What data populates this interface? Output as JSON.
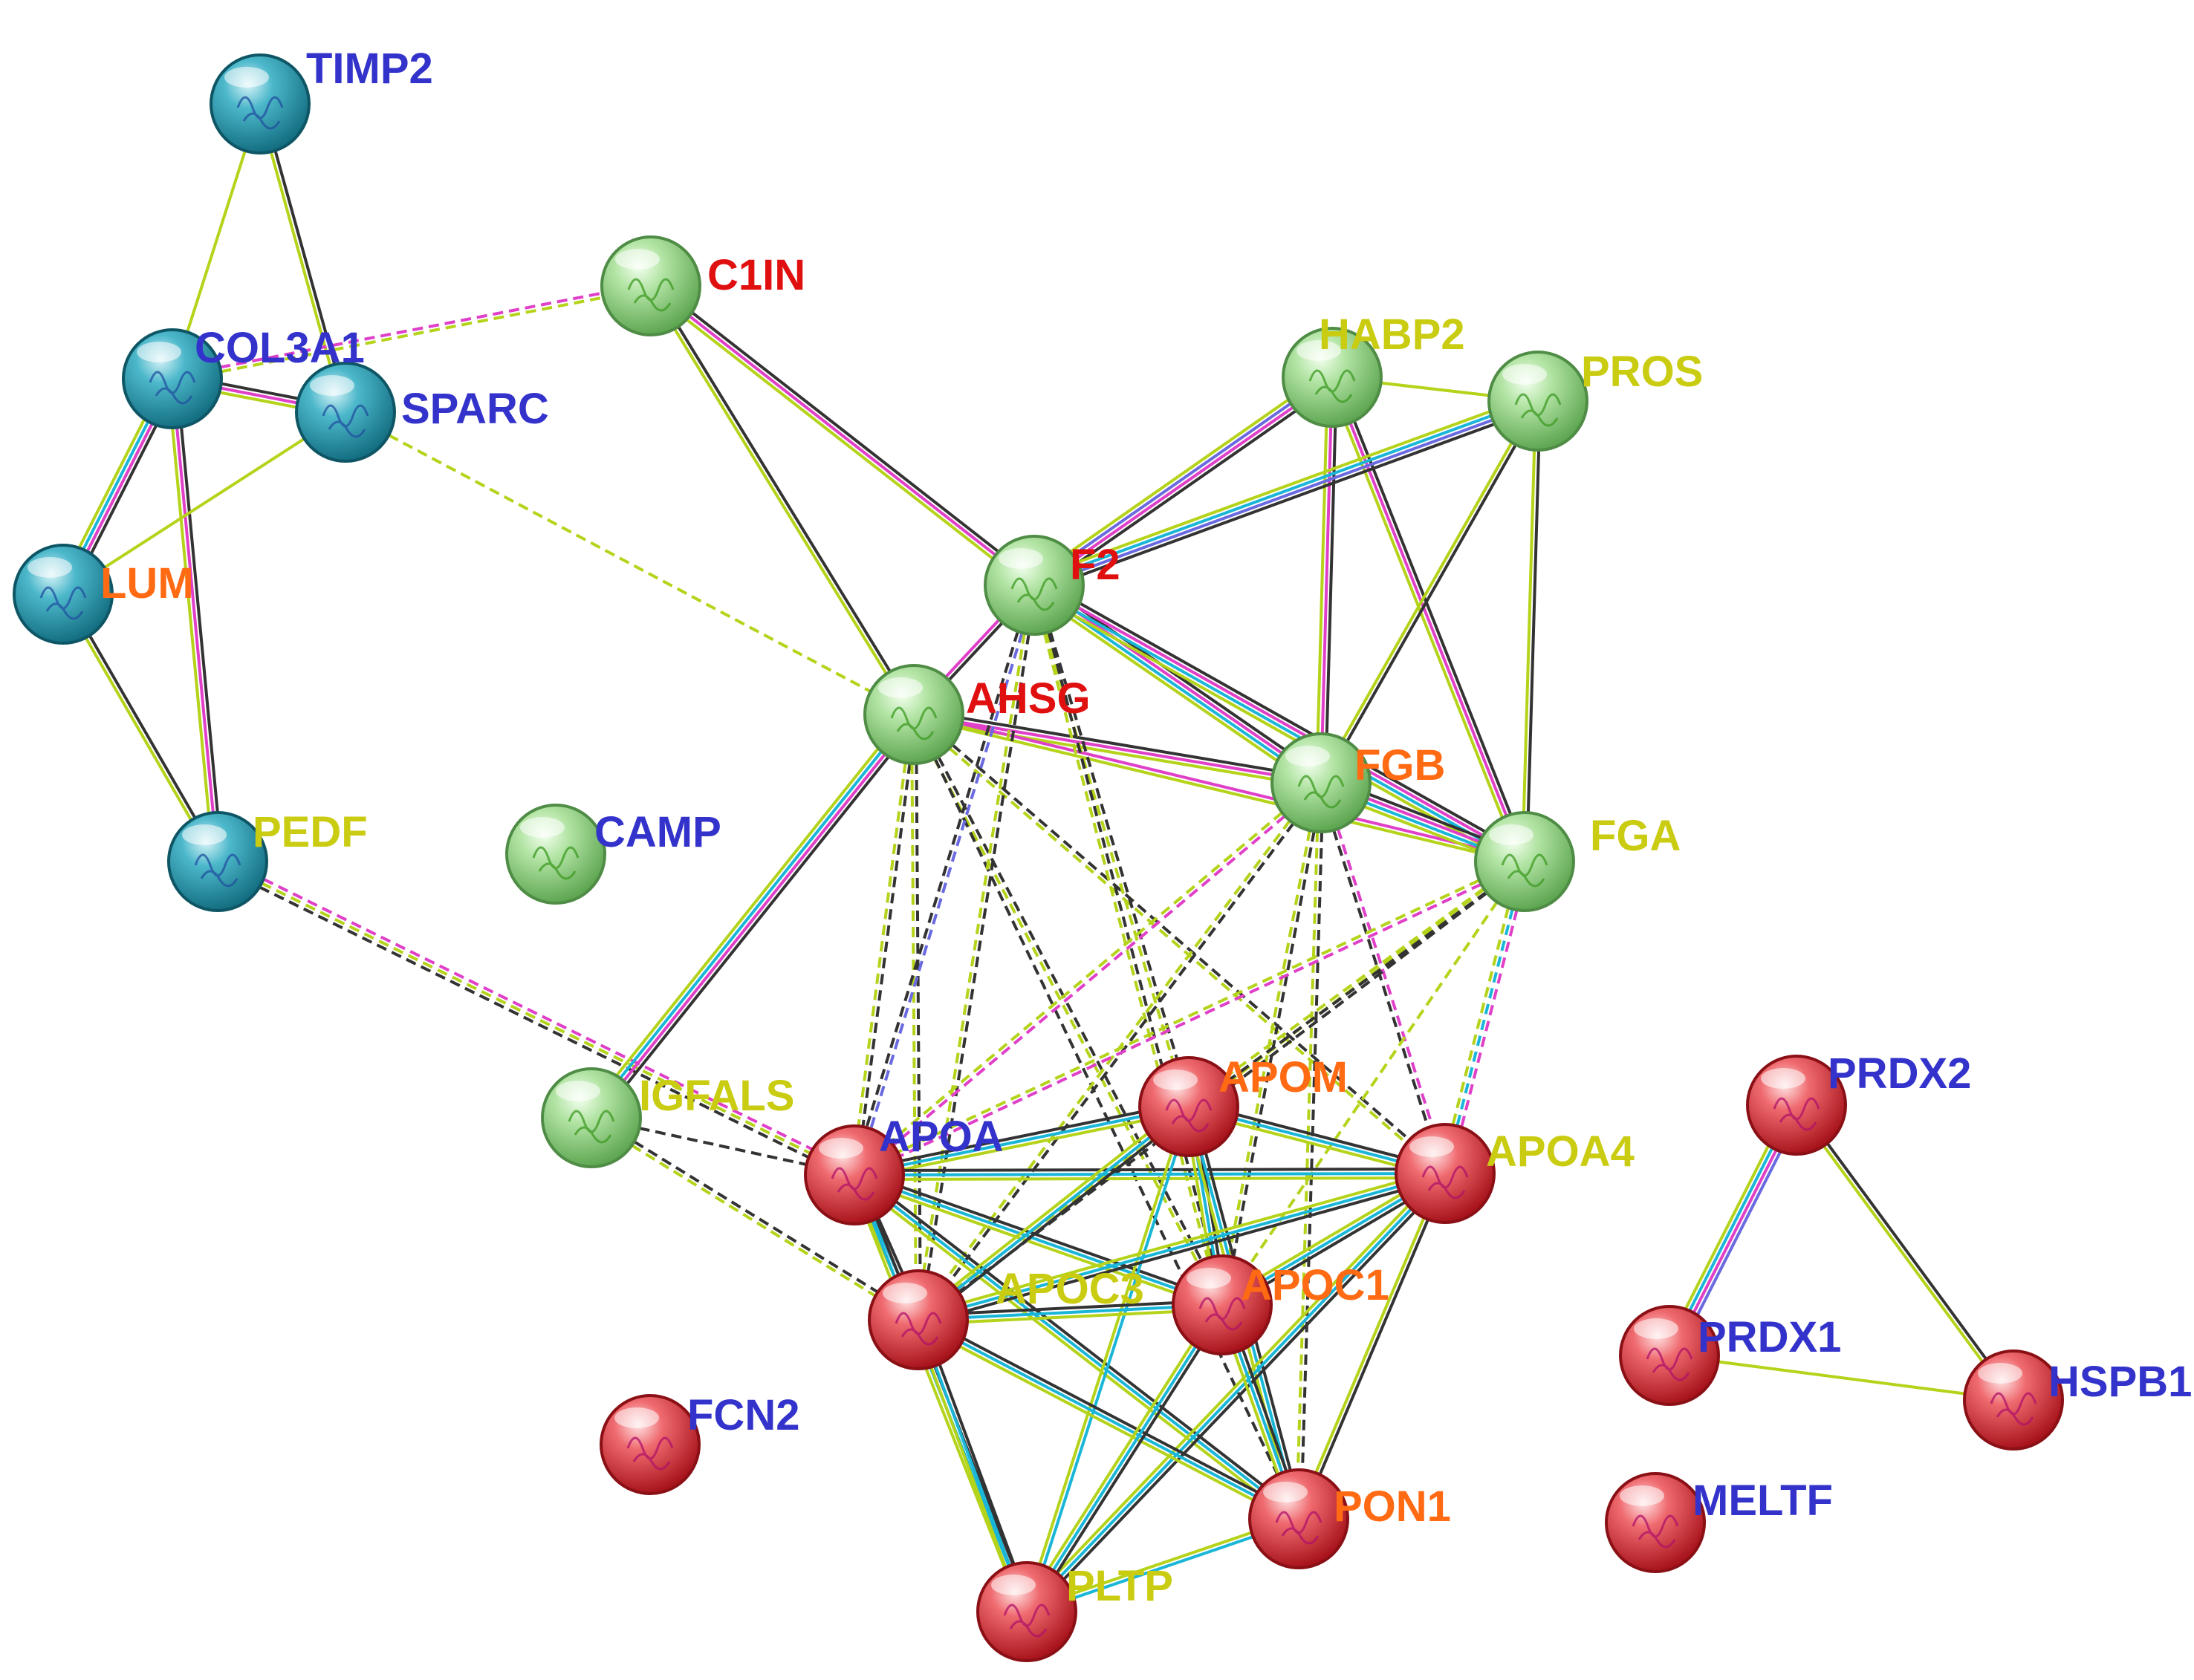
{
  "palette": {
    "teal": "#2a9bb0",
    "green": "#9bd68a",
    "red": "#e0444c",
    "label_blue": "#3333cc",
    "label_orange": "#ff6a13",
    "label_yellow": "#c9cc10",
    "label_red": "#e01010",
    "edge_black": "#333333",
    "edge_yellow": "#b5d31a",
    "edge_magenta": "#e040c8",
    "edge_cyan": "#1ab6d8",
    "edge_blue": "#6a6ae0"
  },
  "nodes": [
    {
      "id": "TIMP2",
      "label": "TIMP2",
      "color": "teal",
      "label_color": "label_blue"
    },
    {
      "id": "COL3A1",
      "label": "COL3A1",
      "color": "teal",
      "label_color": "label_blue"
    },
    {
      "id": "SPARC",
      "label": "SPARC",
      "color": "teal",
      "label_color": "label_blue"
    },
    {
      "id": "LUM",
      "label": "LUM",
      "color": "teal",
      "label_color": "label_orange"
    },
    {
      "id": "PEDF",
      "label": "PEDF",
      "color": "teal",
      "label_color": "label_yellow"
    },
    {
      "id": "C1IN",
      "label": "C1IN",
      "color": "green",
      "label_color": "label_red"
    },
    {
      "id": "CAMP",
      "label": "CAMP",
      "color": "green",
      "label_color": "label_blue"
    },
    {
      "id": "HABP2",
      "label": "HABP2",
      "color": "green",
      "label_color": "label_yellow"
    },
    {
      "id": "PROS",
      "label": "PROS",
      "color": "green",
      "label_color": "label_yellow"
    },
    {
      "id": "F2",
      "label": "F2",
      "color": "green",
      "label_color": "label_red"
    },
    {
      "id": "AHSG",
      "label": "AHSG",
      "color": "green",
      "label_color": "label_red"
    },
    {
      "id": "FGB",
      "label": "FGB",
      "color": "green",
      "label_color": "label_orange"
    },
    {
      "id": "FGA",
      "label": "FGA",
      "color": "green",
      "label_color": "label_yellow"
    },
    {
      "id": "IGFALS",
      "label": "IGFALS",
      "color": "green",
      "label_color": "label_yellow"
    },
    {
      "id": "APOM",
      "label": "APOM",
      "color": "red",
      "label_color": "label_orange"
    },
    {
      "id": "APOA",
      "label": "APOA",
      "color": "red",
      "label_color": "label_blue"
    },
    {
      "id": "APOA4",
      "label": "APOA4",
      "color": "red",
      "label_color": "label_yellow"
    },
    {
      "id": "APOC3",
      "label": "APOC3",
      "color": "red",
      "label_color": "label_yellow"
    },
    {
      "id": "APOC1",
      "label": "APOC1",
      "color": "red",
      "label_color": "label_orange"
    },
    {
      "id": "FCN2",
      "label": "FCN2",
      "color": "red",
      "label_color": "label_blue"
    },
    {
      "id": "PON1",
      "label": "PON1",
      "color": "red",
      "label_color": "label_orange"
    },
    {
      "id": "PLTP",
      "label": "PLTP",
      "color": "red",
      "label_color": "label_yellow"
    },
    {
      "id": "PRDX2",
      "label": "PRDX2",
      "color": "red",
      "label_color": "label_blue"
    },
    {
      "id": "PRDX1",
      "label": "PRDX1",
      "color": "red",
      "label_color": "label_blue"
    },
    {
      "id": "HSPB1",
      "label": "HSPB1",
      "color": "red",
      "label_color": "label_blue"
    },
    {
      "id": "MELTF",
      "label": "MELTF",
      "color": "red",
      "label_color": "label_blue"
    }
  ],
  "edges": [
    {
      "source": "TIMP2",
      "target": "COL3A1",
      "colors": [
        "edge_yellow"
      ]
    },
    {
      "source": "TIMP2",
      "target": "SPARC",
      "colors": [
        "edge_black",
        "edge_yellow"
      ]
    },
    {
      "source": "COL3A1",
      "target": "SPARC",
      "colors": [
        "edge_black",
        "edge_magenta",
        "edge_yellow"
      ]
    },
    {
      "source": "COL3A1",
      "target": "LUM",
      "colors": [
        "edge_black",
        "edge_magenta",
        "edge_cyan",
        "edge_yellow"
      ]
    },
    {
      "source": "COL3A1",
      "target": "PEDF",
      "colors": [
        "edge_black",
        "edge_magenta",
        "edge_yellow"
      ]
    },
    {
      "source": "SPARC",
      "target": "LUM",
      "colors": [
        "edge_yellow"
      ]
    },
    {
      "source": "LUM",
      "target": "PEDF",
      "colors": [
        "edge_black",
        "edge_yellow"
      ]
    },
    {
      "source": "COL3A1",
      "target": "C1IN",
      "colors": [
        "edge_magenta",
        "edge_yellow"
      ],
      "dashed": true
    },
    {
      "source": "SPARC",
      "target": "AHSG",
      "colors": [
        "edge_yellow"
      ],
      "dashed": true
    },
    {
      "source": "PEDF",
      "target": "APOA",
      "colors": [
        "edge_magenta",
        "edge_yellow",
        "edge_black"
      ],
      "dashed": true
    },
    {
      "source": "C1IN",
      "target": "F2",
      "colors": [
        "edge_black",
        "edge_magenta",
        "edge_yellow"
      ]
    },
    {
      "source": "C1IN",
      "target": "AHSG",
      "colors": [
        "edge_black",
        "edge_yellow"
      ]
    },
    {
      "source": "HABP2",
      "target": "PROS",
      "colors": [
        "edge_yellow"
      ]
    },
    {
      "source": "HABP2",
      "target": "F2",
      "colors": [
        "edge_black",
        "edge_magenta",
        "edge_blue",
        "edge_yellow"
      ]
    },
    {
      "source": "HABP2",
      "target": "FGB",
      "colors": [
        "edge_black",
        "edge_magenta",
        "edge_yellow"
      ]
    },
    {
      "source": "HABP2",
      "target": "FGA",
      "colors": [
        "edge_black",
        "edge_magenta",
        "edge_yellow"
      ]
    },
    {
      "source": "PROS",
      "target": "F2",
      "colors": [
        "edge_black",
        "edge_blue",
        "edge_cyan",
        "edge_yellow"
      ]
    },
    {
      "source": "PROS",
      "target": "FGB",
      "colors": [
        "edge_black",
        "edge_yellow"
      ]
    },
    {
      "source": "PROS",
      "target": "FGA",
      "colors": [
        "edge_black",
        "edge_yellow"
      ]
    },
    {
      "source": "F2",
      "target": "AHSG",
      "colors": [
        "edge_black",
        "edge_magenta"
      ]
    },
    {
      "source": "F2",
      "target": "FGB",
      "colors": [
        "edge_black",
        "edge_magenta",
        "edge_cyan",
        "edge_yellow"
      ]
    },
    {
      "source": "F2",
      "target": "FGA",
      "colors": [
        "edge_black",
        "edge_magenta",
        "edge_cyan",
        "edge_yellow"
      ]
    },
    {
      "source": "AHSG",
      "target": "FGB",
      "colors": [
        "edge_black",
        "edge_magenta",
        "edge_yellow"
      ]
    },
    {
      "source": "AHSG",
      "target": "FGA",
      "colors": [
        "edge_magenta",
        "edge_yellow"
      ]
    },
    {
      "source": "FGB",
      "target": "FGA",
      "colors": [
        "edge_black",
        "edge_magenta",
        "edge_cyan",
        "edge_yellow"
      ]
    },
    {
      "source": "AHSG",
      "target": "IGFALS",
      "colors": [
        "edge_black",
        "edge_magenta",
        "edge_cyan",
        "edge_yellow"
      ]
    },
    {
      "source": "AHSG",
      "target": "APOA",
      "colors": [
        "edge_black",
        "edge_yellow"
      ],
      "dashed": true
    },
    {
      "source": "AHSG",
      "target": "APOC3",
      "colors": [
        "edge_black",
        "edge_yellow"
      ],
      "dashed": true
    },
    {
      "source": "AHSG",
      "target": "APOC1",
      "colors": [
        "edge_black",
        "edge_yellow"
      ],
      "dashed": true
    },
    {
      "source": "AHSG",
      "target": "APOA4",
      "colors": [
        "edge_black",
        "edge_yellow"
      ],
      "dashed": true
    },
    {
      "source": "AHSG",
      "target": "PON1",
      "colors": [
        "edge_black"
      ],
      "dashed": true
    },
    {
      "source": "F2",
      "target": "APOA",
      "colors": [
        "edge_blue",
        "edge_black"
      ],
      "dashed": true
    },
    {
      "source": "F2",
      "target": "APOC3",
      "colors": [
        "edge_black",
        "edge_yellow"
      ],
      "dashed": true
    },
    {
      "source": "F2",
      "target": "APOM",
      "colors": [
        "edge_black",
        "edge_yellow"
      ],
      "dashed": true
    },
    {
      "source": "F2",
      "target": "APOC1",
      "colors": [
        "edge_black",
        "edge_yellow"
      ],
      "dashed": true
    },
    {
      "source": "FGB",
      "target": "APOA",
      "colors": [
        "edge_magenta",
        "edge_yellow"
      ],
      "dashed": true
    },
    {
      "source": "FGB",
      "target": "APOC3",
      "colors": [
        "edge_black",
        "edge_yellow"
      ],
      "dashed": true
    },
    {
      "source": "FGB",
      "target": "APOA4",
      "colors": [
        "edge_magenta",
        "edge_black"
      ],
      "dashed": true
    },
    {
      "source": "FGB",
      "target": "APOC1",
      "colors": [
        "edge_black",
        "edge_yellow"
      ],
      "dashed": true
    },
    {
      "source": "FGB",
      "target": "PON1",
      "colors": [
        "edge_black",
        "edge_yellow"
      ],
      "dashed": true
    },
    {
      "source": "FGA",
      "target": "APOA",
      "colors": [
        "edge_magenta",
        "edge_yellow"
      ],
      "dashed": true
    },
    {
      "source": "FGA",
      "target": "APOA4",
      "colors": [
        "edge_magenta",
        "edge_cyan",
        "edge_yellow"
      ],
      "dashed": true
    },
    {
      "source": "FGA",
      "target": "APOC3",
      "colors": [
        "edge_black",
        "edge_yellow"
      ],
      "dashed": true
    },
    {
      "source": "FGA",
      "target": "APOM",
      "colors": [
        "edge_black",
        "edge_yellow"
      ],
      "dashed": true
    },
    {
      "source": "FGA",
      "target": "APOC1",
      "colors": [
        "edge_yellow"
      ],
      "dashed": true
    },
    {
      "source": "IGFALS",
      "target": "APOA",
      "colors": [
        "edge_black"
      ],
      "dashed": true
    },
    {
      "source": "IGFALS",
      "target": "APOC3",
      "colors": [
        "edge_black",
        "edge_yellow"
      ],
      "dashed": true
    },
    {
      "source": "APOA",
      "target": "APOM",
      "colors": [
        "edge_black",
        "edge_cyan",
        "edge_yellow"
      ]
    },
    {
      "source": "APOA",
      "target": "APOA4",
      "colors": [
        "edge_black",
        "edge_cyan",
        "edge_yellow"
      ]
    },
    {
      "source": "APOA",
      "target": "APOC3",
      "colors": [
        "edge_black",
        "edge_cyan",
        "edge_yellow"
      ]
    },
    {
      "source": "APOA",
      "target": "APOC1",
      "colors": [
        "edge_black",
        "edge_cyan",
        "edge_yellow"
      ]
    },
    {
      "source": "APOA",
      "target": "PON1",
      "colors": [
        "edge_black",
        "edge_cyan",
        "edge_yellow"
      ]
    },
    {
      "source": "APOA",
      "target": "PLTP",
      "colors": [
        "edge_black",
        "edge_cyan",
        "edge_yellow"
      ]
    },
    {
      "source": "APOM",
      "target": "APOA4",
      "colors": [
        "edge_black",
        "edge_cyan",
        "edge_yellow"
      ]
    },
    {
      "source": "APOM",
      "target": "APOC3",
      "colors": [
        "edge_black",
        "edge_cyan",
        "edge_yellow"
      ]
    },
    {
      "source": "APOM",
      "target": "APOC1",
      "colors": [
        "edge_black",
        "edge_cyan",
        "edge_yellow"
      ]
    },
    {
      "source": "APOM",
      "target": "PON1",
      "colors": [
        "edge_black",
        "edge_cyan",
        "edge_yellow"
      ]
    },
    {
      "source": "APOM",
      "target": "PLTP",
      "colors": [
        "edge_cyan",
        "edge_yellow"
      ]
    },
    {
      "source": "APOA4",
      "target": "APOC3",
      "colors": [
        "edge_black",
        "edge_cyan",
        "edge_yellow"
      ]
    },
    {
      "source": "APOA4",
      "target": "APOC1",
      "colors": [
        "edge_black",
        "edge_cyan",
        "edge_yellow"
      ]
    },
    {
      "source": "APOA4",
      "target": "PON1",
      "colors": [
        "edge_black",
        "edge_yellow"
      ]
    },
    {
      "source": "APOA4",
      "target": "PLTP",
      "colors": [
        "edge_black",
        "edge_cyan",
        "edge_yellow"
      ]
    },
    {
      "source": "APOC3",
      "target": "APOC1",
      "colors": [
        "edge_black",
        "edge_cyan",
        "edge_yellow"
      ]
    },
    {
      "source": "APOC3",
      "target": "PON1",
      "colors": [
        "edge_black",
        "edge_cyan",
        "edge_yellow"
      ]
    },
    {
      "source": "APOC3",
      "target": "PLTP",
      "colors": [
        "edge_black",
        "edge_cyan",
        "edge_yellow"
      ]
    },
    {
      "source": "APOC1",
      "target": "PON1",
      "colors": [
        "edge_black",
        "edge_cyan",
        "edge_yellow"
      ]
    },
    {
      "source": "APOC1",
      "target": "PLTP",
      "colors": [
        "edge_black",
        "edge_cyan",
        "edge_yellow"
      ]
    },
    {
      "source": "PON1",
      "target": "PLTP",
      "colors": [
        "edge_cyan",
        "edge_yellow"
      ]
    },
    {
      "source": "PRDX2",
      "target": "PRDX1",
      "colors": [
        "edge_blue",
        "edge_magenta",
        "edge_cyan",
        "edge_yellow"
      ]
    },
    {
      "source": "PRDX2",
      "target": "HSPB1",
      "colors": [
        "edge_black",
        "edge_yellow"
      ]
    },
    {
      "source": "PRDX1",
      "target": "HSPB1",
      "colors": [
        "edge_yellow"
      ]
    }
  ]
}
